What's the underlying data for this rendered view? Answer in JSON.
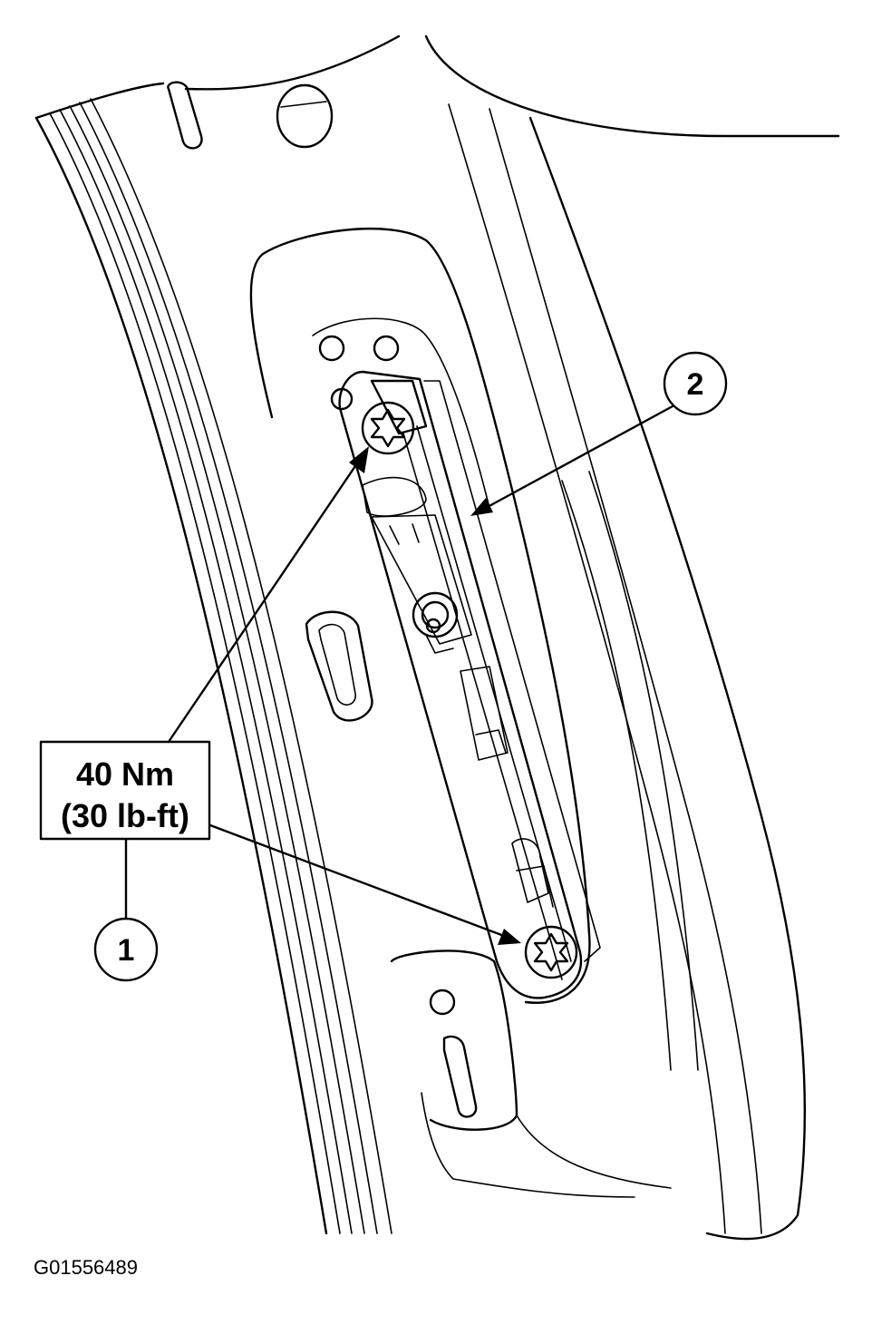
{
  "callouts": [
    {
      "id": "1",
      "label": "1"
    },
    {
      "id": "2",
      "label": "2"
    }
  ],
  "torque_spec": {
    "metric": "40 Nm",
    "imperial": "(30 lb-ft)"
  },
  "figure_id": "G01556489",
  "colors": {
    "line": "#000000",
    "background": "#ffffff"
  }
}
